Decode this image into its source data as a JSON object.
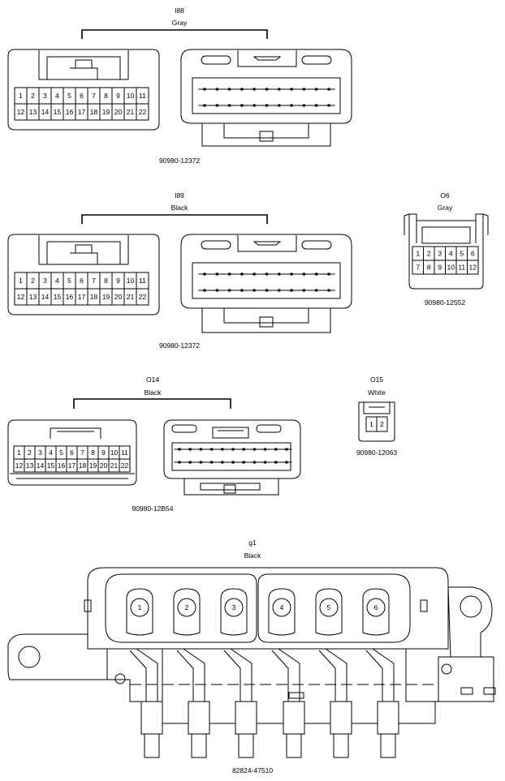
{
  "connectors": {
    "i88": {
      "code": "I88",
      "color": "Gray",
      "part": "90980-12372",
      "pins_top": [
        "1",
        "2",
        "3",
        "4",
        "5",
        "6",
        "7",
        "8",
        "9",
        "10",
        "11"
      ],
      "pins_bottom": [
        "12",
        "13",
        "14",
        "15",
        "16",
        "17",
        "18",
        "19",
        "20",
        "21",
        "22"
      ]
    },
    "i89": {
      "code": "I89",
      "color": "Black",
      "part": "90980-12372",
      "pins_top": [
        "1",
        "2",
        "3",
        "4",
        "5",
        "6",
        "7",
        "8",
        "9",
        "10",
        "11"
      ],
      "pins_bottom": [
        "12",
        "13",
        "14",
        "15",
        "16",
        "17",
        "18",
        "19",
        "20",
        "21",
        "22"
      ]
    },
    "o6": {
      "code": "O6",
      "color": "Gray",
      "part": "90980-12552",
      "pins_top": [
        "1",
        "2",
        "3",
        "4",
        "5",
        "6"
      ],
      "pins_bottom": [
        "7",
        "8",
        "9",
        "10",
        "11",
        "12"
      ]
    },
    "o14": {
      "code": "O14",
      "color": "Black",
      "part": "90980-12B54",
      "pins_top": [
        "1",
        "2",
        "3",
        "4",
        "5",
        "6",
        "7",
        "8",
        "9",
        "10",
        "11"
      ],
      "pins_bottom": [
        "12",
        "13",
        "14",
        "15",
        "16",
        "17",
        "18",
        "19",
        "20",
        "21",
        "22"
      ]
    },
    "o15": {
      "code": "O15",
      "color": "White",
      "part": "90980-12063",
      "pins": [
        "1",
        "2"
      ]
    },
    "g1": {
      "code": "g1",
      "color": "Black",
      "part": "82824-47510",
      "pins": [
        "1",
        "2",
        "3",
        "4",
        "5",
        "6"
      ]
    }
  }
}
